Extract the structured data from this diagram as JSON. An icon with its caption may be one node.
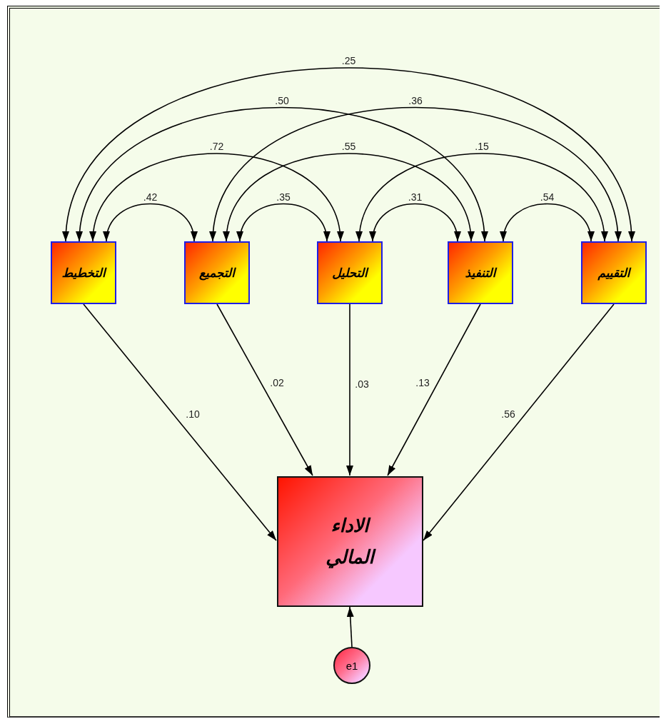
{
  "diagram": {
    "nodes": [
      {
        "text": [
          "التخطيط"
        ]
      },
      {
        "text": [
          "التجميع"
        ]
      },
      {
        "text": [
          "التحليل"
        ]
      },
      {
        "text": [
          "التنفيذ"
        ]
      },
      {
        "text": [
          "التقييم"
        ]
      },
      {
        "text": [
          "الاداء المالي"
        ]
      },
      {
        "text": [
          "e1"
        ]
      }
    ],
    "edges": [
      {
        "from": 0,
        "to": 1,
        "arrow": "both",
        "label": ".42"
      },
      {
        "from": 1,
        "to": 2,
        "arrow": "both",
        "label": ".35"
      },
      {
        "from": 2,
        "to": 3,
        "arrow": "both",
        "label": ".31"
      },
      {
        "from": 3,
        "to": 4,
        "arrow": "both",
        "label": ".54"
      },
      {
        "from": 0,
        "to": 2,
        "arrow": "both",
        "label": ".72"
      },
      {
        "from": 1,
        "to": 3,
        "arrow": "both",
        "label": ".55"
      },
      {
        "from": 2,
        "to": 4,
        "arrow": "both",
        "label": ".15"
      },
      {
        "from": 0,
        "to": 3,
        "arrow": "both",
        "label": ".50"
      },
      {
        "from": 1,
        "to": 4,
        "arrow": "both",
        "label": ".36"
      },
      {
        "from": 0,
        "to": 4,
        "arrow": "both",
        "label": ".25"
      },
      {
        "from": 0,
        "to": 5,
        "arrow": "to",
        "label": ".10"
      },
      {
        "from": 1,
        "to": 5,
        "arrow": "to",
        "label": ".02"
      },
      {
        "from": 2,
        "to": 5,
        "arrow": "to",
        "label": ".03"
      },
      {
        "from": 3,
        "to": 5,
        "arrow": "to",
        "label": ".13"
      },
      {
        "from": 4,
        "to": 5,
        "arrow": "to",
        "label": ".56"
      },
      {
        "from": 6,
        "to": 5,
        "arrow": "to"
      }
    ]
  }
}
